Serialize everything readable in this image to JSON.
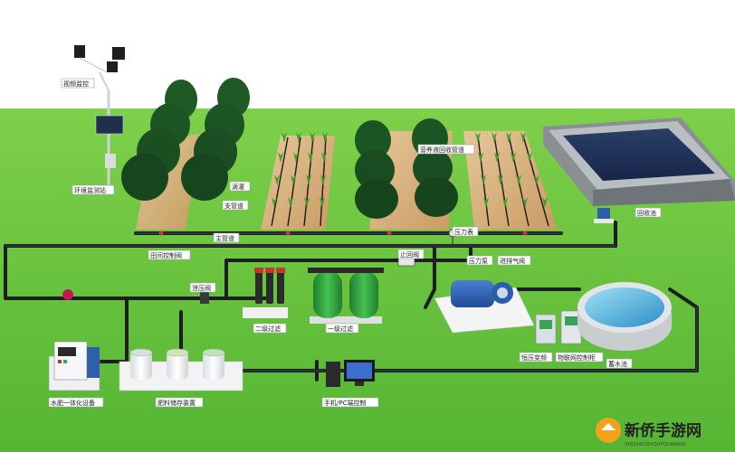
{
  "labels": {
    "video": "视频监控",
    "weather": "环境监测站",
    "drip_tape": "滴灌",
    "branch_pipe": "支管道",
    "main_pipe": "主管道",
    "field_valve": "田间控制阀",
    "nutrient_return": "营养液回收管道",
    "pressure_gauge": "压力表",
    "pressure_relief": "泄压阀",
    "return_pipe": "止回阀",
    "booster_pump": "压力泵",
    "intake_exhaust": "进排气阀",
    "collection_tank": "回收池",
    "secondary_filter": "二级过滤",
    "primary_filter": "一级过滤",
    "variable_pump": "恒压变频",
    "iot_cabinet": "物联网控制柜",
    "reservoir": "蓄水池",
    "fertigation_machine": "水肥一体化设备",
    "fertilizer_tanks": "肥料储存装置",
    "remote_control": "手机/PC端控制"
  },
  "watermark": {
    "title": "新侨手游网",
    "subtitle": "XINQIAOSHOUYOUWANG"
  },
  "colors": {
    "grass": "#62c23a",
    "pipe": "#1b1f22",
    "pump_blue": "#2f5fa8",
    "water": "#3ea6d8",
    "tank_green": "#2f9a3c"
  }
}
